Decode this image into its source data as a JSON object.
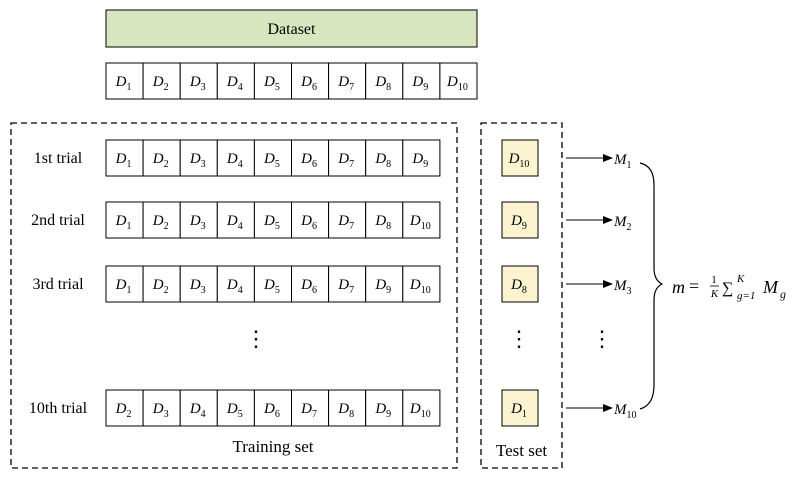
{
  "dataset_label": "Dataset",
  "dataset_items": [
    {
      "base": "D",
      "sub": "1"
    },
    {
      "base": "D",
      "sub": "2"
    },
    {
      "base": "D",
      "sub": "3"
    },
    {
      "base": "D",
      "sub": "4"
    },
    {
      "base": "D",
      "sub": "5"
    },
    {
      "base": "D",
      "sub": "6"
    },
    {
      "base": "D",
      "sub": "7"
    },
    {
      "base": "D",
      "sub": "8"
    },
    {
      "base": "D",
      "sub": "9"
    },
    {
      "base": "D",
      "sub": "10"
    }
  ],
  "trials": [
    {
      "label": "1st trial",
      "train": [
        "1",
        "2",
        "3",
        "4",
        "5",
        "6",
        "7",
        "8",
        "9"
      ],
      "test": "10",
      "model": "1"
    },
    {
      "label": "2nd trial",
      "train": [
        "1",
        "2",
        "3",
        "4",
        "5",
        "6",
        "7",
        "8",
        "10"
      ],
      "test": "9",
      "model": "2"
    },
    {
      "label": "3rd trial",
      "train": [
        "1",
        "2",
        "3",
        "4",
        "5",
        "6",
        "7",
        "9",
        "10"
      ],
      "test": "8",
      "model": "3"
    },
    {
      "label": "10th trial",
      "train": [
        "2",
        "3",
        "4",
        "5",
        "6",
        "7",
        "8",
        "9",
        "10"
      ],
      "test": "1",
      "model": "10"
    }
  ],
  "ellipsis_glyph": "⋮",
  "training_set_label": "Training set",
  "test_set_label": "Test set",
  "model_symbol": "M",
  "formula": {
    "lhs": "m",
    "eq": "=",
    "frac_num": "1",
    "frac_den": "K",
    "sum": "∑",
    "sum_sup": "K",
    "sum_sub": "g=1",
    "term": "M",
    "term_sub": "g"
  },
  "colors": {
    "dataset_fill": "#d8e6bf",
    "test_fill": "#fcf3d0",
    "stroke": "#000000"
  }
}
